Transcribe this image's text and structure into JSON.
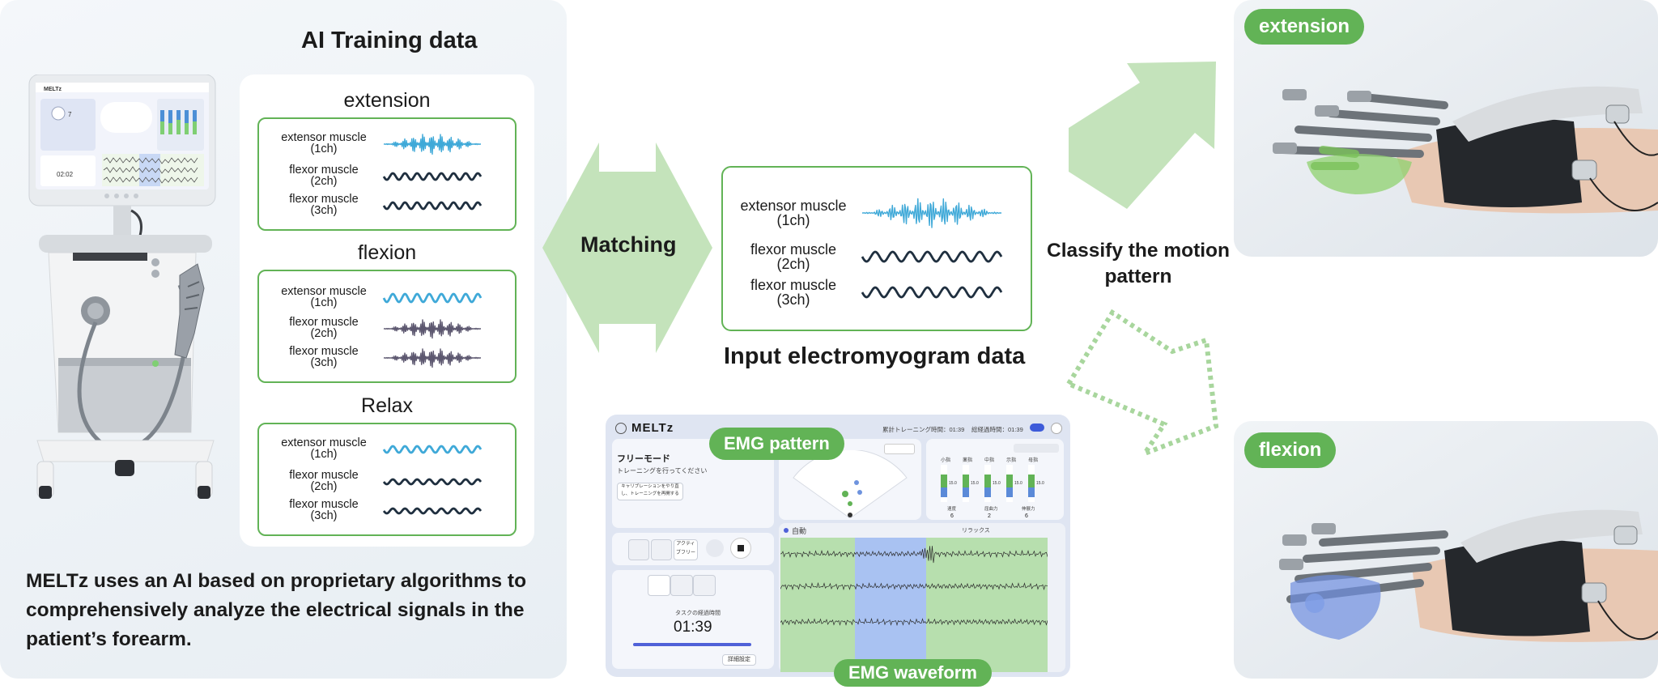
{
  "left": {
    "title": "AI Training data",
    "description": "MELTz uses an AI based on proprietary algorithms to comprehensively analyze the electrical signals in the patient’s forearm.",
    "device_brand": "MELTz"
  },
  "sections": [
    {
      "title": "extension",
      "rows": [
        {
          "label1": "extensor muscle",
          "label2": "(1ch)"
        },
        {
          "label1": "flexor muscle",
          "label2": "(2ch)"
        },
        {
          "label1": "flexor muscle",
          "label2": "(3ch)"
        }
      ]
    },
    {
      "title": "flexion",
      "rows": [
        {
          "label1": "extensor muscle",
          "label2": "(1ch)"
        },
        {
          "label1": "flexor muscle",
          "label2": "(2ch)"
        },
        {
          "label1": "flexor muscle",
          "label2": "(3ch)"
        }
      ]
    },
    {
      "title": "Relax",
      "rows": [
        {
          "label1": "extensor muscle",
          "label2": "(1ch)"
        },
        {
          "label1": "flexor muscle",
          "label2": "(2ch)"
        },
        {
          "label1": "flexor muscle",
          "label2": "(3ch)"
        }
      ]
    }
  ],
  "matching": "Matching",
  "input": {
    "rows": [
      {
        "label1": "extensor muscle",
        "label2": "(1ch)"
      },
      {
        "label1": "flexor muscle",
        "label2": "(2ch)"
      },
      {
        "label1": "flexor muscle",
        "label2": "(3ch)"
      }
    ],
    "caption": "Input electromyogram data"
  },
  "classify": {
    "line1": "Classify the motion",
    "line2": "pattern"
  },
  "photos": {
    "extension": "extension",
    "flexion": "flexion"
  },
  "ui": {
    "brand": "MELTz",
    "total_time": "累計トレーニング時間：01:39",
    "session_time": "総経過時間：01:39",
    "mode": "フリーモード",
    "instruction": "トレーニングを行ってください",
    "calib_btn": "キャリブレーションをやり直し、トレーニングを再開する",
    "active_free": "アクティブフリー",
    "auto": "自動",
    "relax": "リラックス",
    "task_label": "タスクの経過時間",
    "timer": "01:39",
    "settings_btn": "詳細設定",
    "emg_pattern": "EMG pattern",
    "emg_waveform": "EMG waveform",
    "finger_labels": [
      "小指",
      "薬指",
      "中指",
      "示指",
      "母指"
    ],
    "finger_values": [
      "15.0",
      "15.0",
      "15.0",
      "15.0",
      "15.0"
    ],
    "stepper_labels": [
      "速度",
      "屈曲力",
      "伸展力"
    ],
    "stepper_values": [
      "6",
      "2",
      "6"
    ]
  },
  "colors": {
    "accent_green": "#62b356",
    "light_green": "#c4e3bb",
    "wave_blue": "#3fa9d8",
    "wave_dark": "#1f2f3f",
    "wave_purple": "#5d5870"
  }
}
